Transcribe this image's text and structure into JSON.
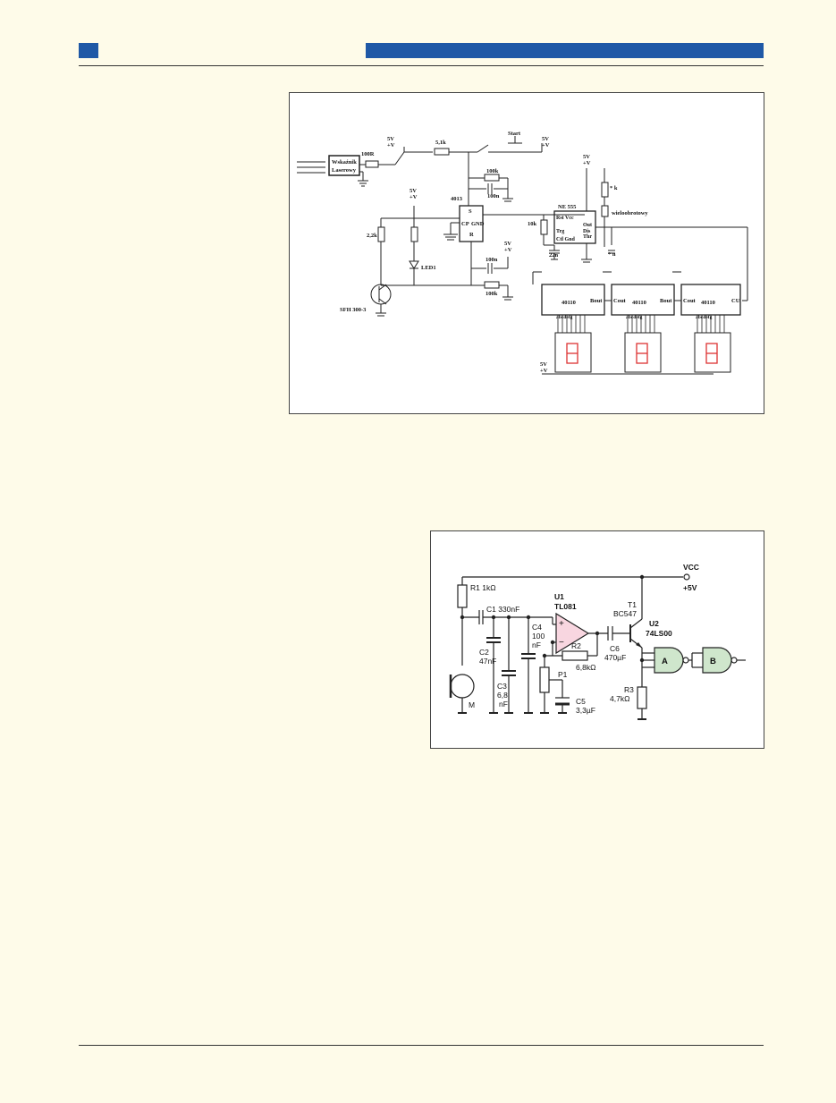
{
  "colors": {
    "header_blue": "#1f58a6",
    "page_bg": "#fefbe9",
    "opamp_fill": "#f8d6e0",
    "gate_fill": "#cfe6cc",
    "segment_red": "#d33"
  },
  "figure1": {
    "labels": {
      "pointer_line1": "Wskaźnik",
      "pointer_line2": "Laserowy",
      "r_100r": "100R",
      "sw_5v1": "5V",
      "sw_plus1": "+V",
      "r_51k": "5,1k",
      "start": "Start",
      "top_5v": "5V",
      "top_plus": "+V",
      "r_100k_a": "100k",
      "c_100n_a": "100n",
      "left_5v": "5V",
      "left_plus": "+V",
      "ic_4013": "4013",
      "pin_s": "S",
      "pin_cp": "CP",
      "pin_gnd": "GND",
      "pin_r": "R",
      "r_22k": "2,2k",
      "led": "LED1",
      "mid_5v": "5V",
      "mid_plus": "+V",
      "c_100n_b": "100n",
      "r_100k_b": "100k",
      "sensor": "SFH 300-3",
      "r_10k": "10k",
      "ne555": "NE 555",
      "p_rst_vcc": "Rst  Vcc",
      "p_out": "Out",
      "p_dis": "Dis",
      "p_thr": "Thr",
      "p_trg": "Trg",
      "p_ctl_gnd": "Ctl Gnd",
      "c_22n": "22n",
      "r_k": "* k",
      "c_n": "* n",
      "vcc_5v": "5V",
      "vcc_plus": "+V",
      "wielo": "wieloobrotowy",
      "counter1": "40110",
      "counter2": "40110",
      "counter3": "40110",
      "bout1": "Bout",
      "cout2": "Cout",
      "bout2": "Bout",
      "cout3": "Cout",
      "cu": "CU",
      "segs1": "abcdefg",
      "segs2": "abcdefg",
      "segs3": "abcdefg",
      "bot_5v": "5V",
      "bot_plus": "+V"
    }
  },
  "figure2": {
    "labels": {
      "vcc": "VCC",
      "plus5v": "+5V",
      "r1": "R1 1kΩ",
      "c1": "C1 330nF",
      "c2_name": "C2",
      "c2_val": "47nF",
      "c3_name": "C3",
      "c3_val1": "6,8",
      "c3_val2": "nF",
      "c4_name": "C4",
      "c4_val1": "100",
      "c4_val2": "nF",
      "u1_name": "U1",
      "u1_part": "TL081",
      "plus": "+",
      "minus": "−",
      "r2_name": "R2",
      "r2_val": "6,8kΩ",
      "p1": "P1",
      "c5_name": "C5",
      "c5_val": "3,3µF",
      "c6_name": "C6",
      "c6_val": "470µF",
      "t1_name": "T1",
      "t1_part": "BC547",
      "u2_name": "U2",
      "u2_part": "74LS00",
      "gate_a": "A",
      "gate_b": "B",
      "r3_name": "R3",
      "r3_val": "4,7kΩ",
      "mic": "M"
    }
  }
}
